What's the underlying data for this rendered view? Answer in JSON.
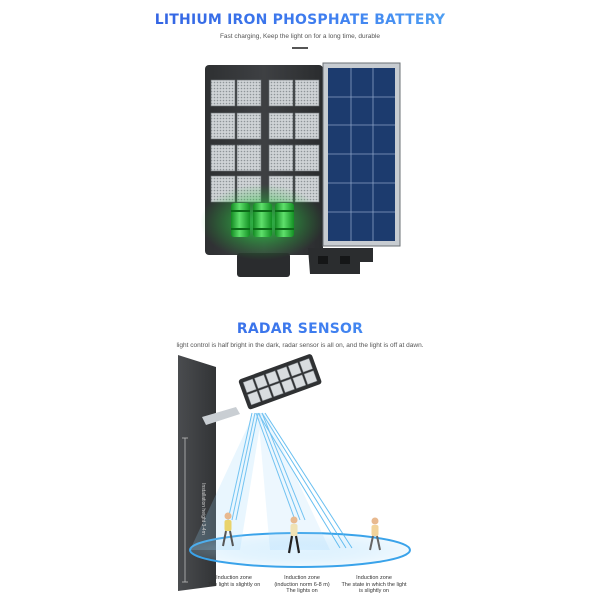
{
  "battery_section": {
    "title": "LITHIUM IRON PHOSPHATE BATTERY",
    "subtitle": "Fast charging, Keep the light on for a long time, durable"
  },
  "radar_section": {
    "title": "RADAR SENSOR",
    "subtitle": "light control is half bright in the dark, radar sensor is all on, and the light is off at dawn.",
    "height_label": "Installation height 3-4m",
    "zones": [
      {
        "line1": "Induction zone",
        "line2": "The light is slightly on",
        "line3": ""
      },
      {
        "line1": "Induction zone",
        "line2": "(induction norm 6-8 m)",
        "line3": "The lights on"
      },
      {
        "line1": "Induction zone",
        "line2": "The state in which the light",
        "line3": "is slightly on"
      }
    ]
  },
  "colors": {
    "title_gradient_start": "#2a4ed8",
    "title_gradient_end": "#62c8f6",
    "battery_green": "#21c93a",
    "beam_blue": "#4fb4ee",
    "panel_blue": "#1c3b6e"
  }
}
